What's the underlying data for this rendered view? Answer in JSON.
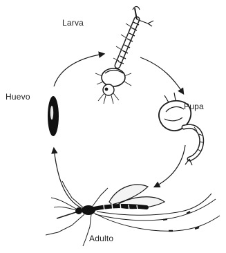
{
  "stages": {
    "larva": "Larva",
    "pupa": "Pupa",
    "huevo": "Huevo",
    "adulto": "Adulto"
  },
  "colors": {
    "ink": "#1a1a1a",
    "background": "#ffffff"
  }
}
